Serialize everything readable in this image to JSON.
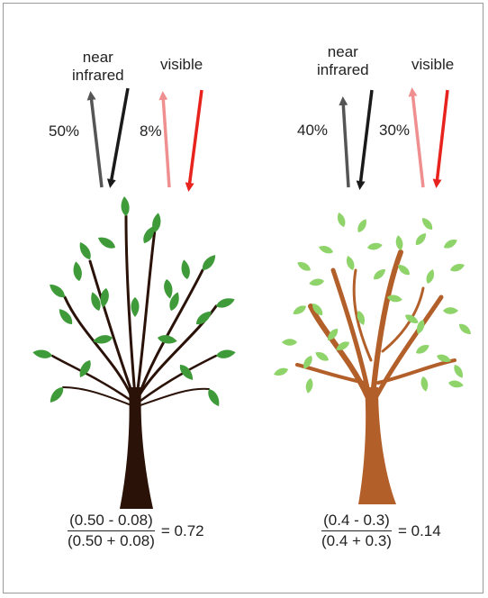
{
  "panels": [
    {
      "nir_label": "near\ninfrared",
      "visible_label": "visible",
      "nir_reflect_pct": "50%",
      "vis_reflect_pct": "8%",
      "formula": {
        "numerator": "(0.50 - 0.08)",
        "denominator": "(0.50 + 0.08)",
        "result": "= 0.72"
      }
    },
    {
      "nir_label": "near\ninfrared",
      "visible_label": "visible",
      "nir_reflect_pct": "40%",
      "vis_reflect_pct": "30%",
      "formula": {
        "numerator": "(0.4 - 0.3)",
        "denominator": "(0.4 + 0.3)",
        "result": "= 0.14"
      }
    }
  ],
  "colors": {
    "nir_reflected_arrow": "#555555",
    "nir_incoming_arrow": "#1a1a1a",
    "vis_reflected_arrow": "#f08f8f",
    "vis_incoming_arrow": "#e8231e",
    "healthy_trunk": "#2a1208",
    "healthy_leaf": "#3f9b3a",
    "stressed_trunk": "#b35f2a",
    "stressed_leaf": "#8fd46a"
  }
}
